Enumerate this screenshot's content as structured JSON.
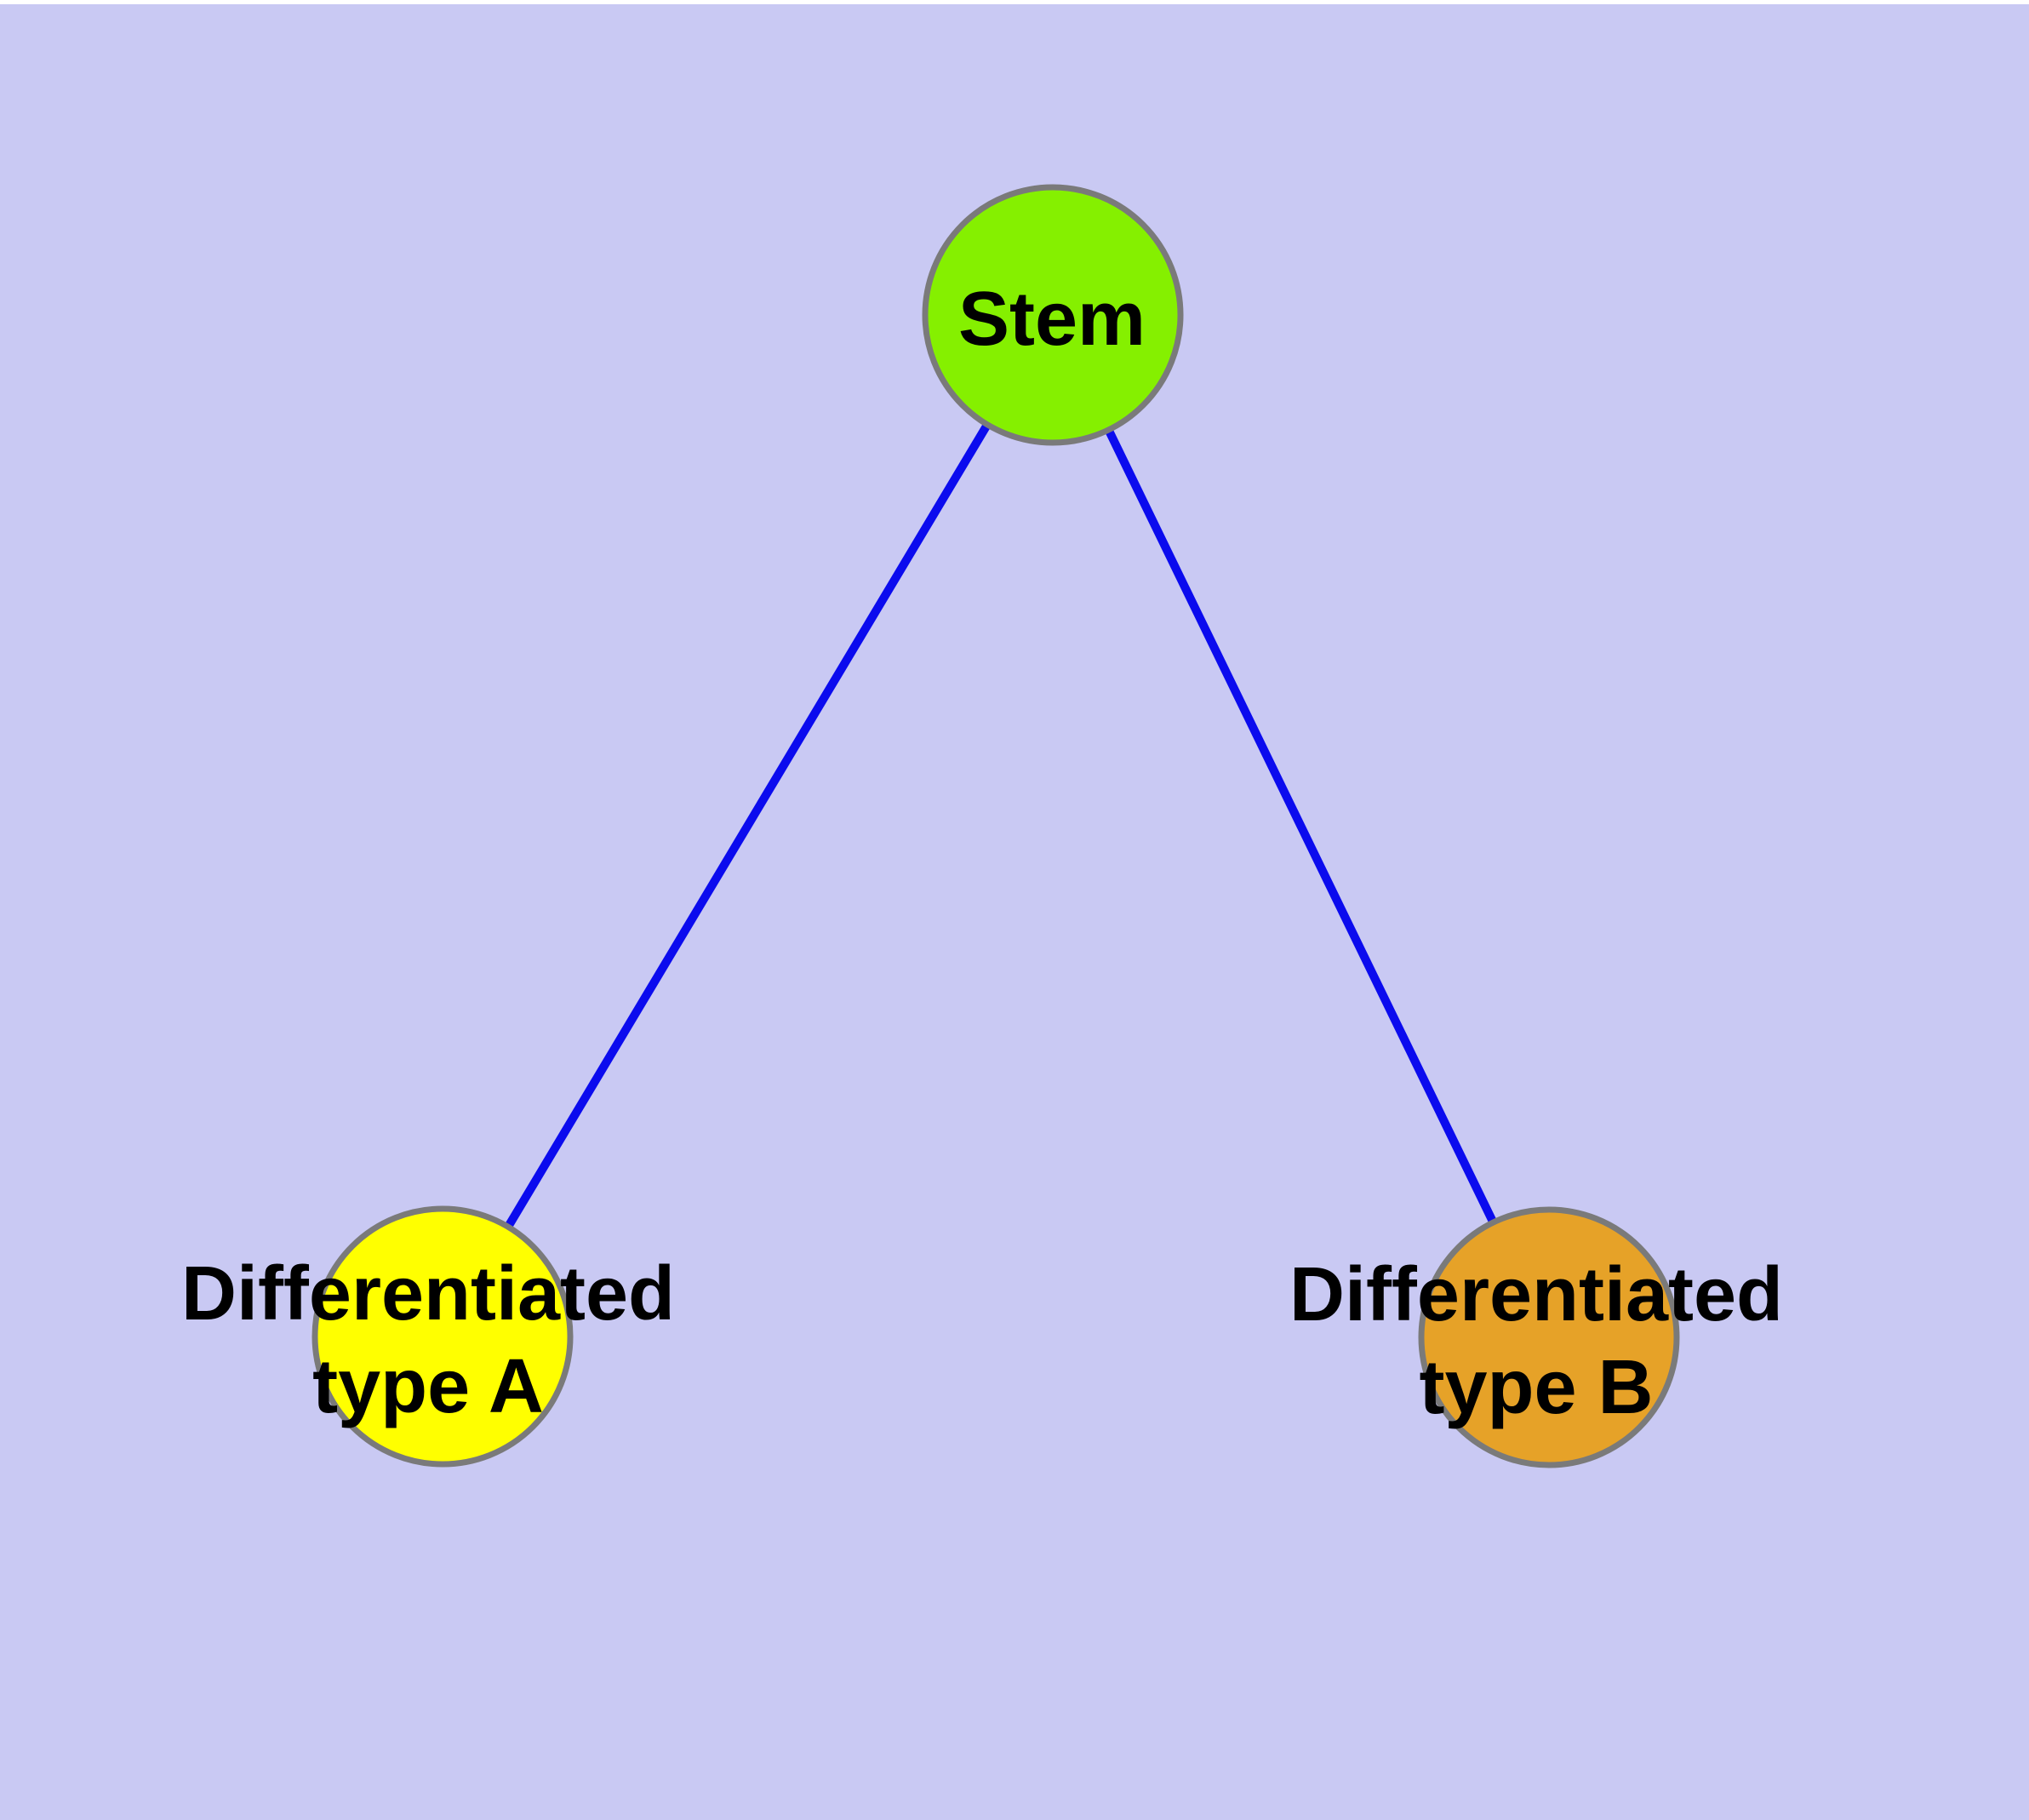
{
  "diagram": {
    "type": "graph",
    "background_color": "#c9c9f3",
    "top_strip_color": "#ffffff",
    "edge_color": "#0b0bee",
    "node_border_color": "#7a7a7a",
    "label_color": "#000000",
    "nodes": {
      "stem": {
        "label": "Stem",
        "fill": "#85f000"
      },
      "type_a": {
        "label_line1": "Differentiated",
        "label_line2": "type A",
        "fill": "#ffff00"
      },
      "type_b": {
        "label_line1": "Differentiated",
        "label_line2": "type B",
        "fill": "#e6a228"
      }
    },
    "edges": [
      {
        "from": "stem",
        "to": "type_a"
      },
      {
        "from": "stem",
        "to": "type_b"
      }
    ]
  }
}
